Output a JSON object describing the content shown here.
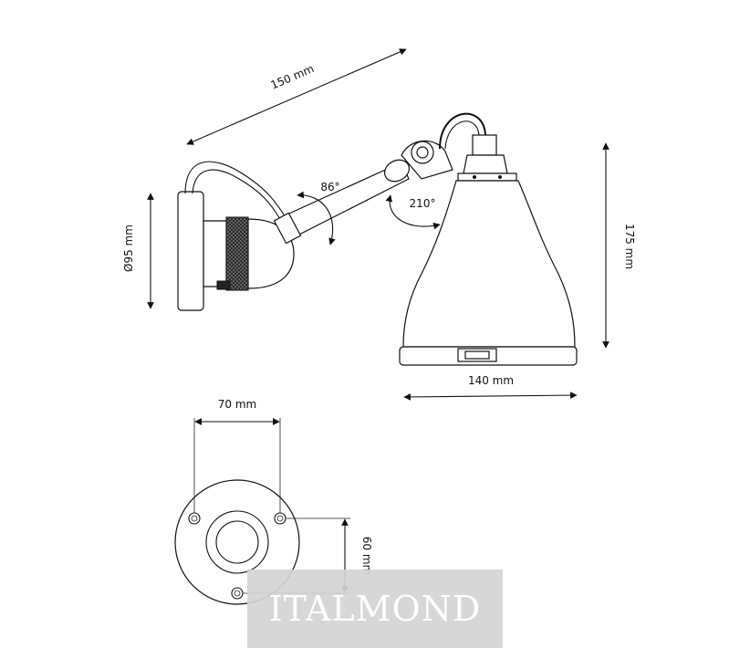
{
  "dimensions": {
    "arm_length": "150 mm",
    "backplate_diameter": "Ø95 mm",
    "arm_angle": "86°",
    "shade_rotation": "210°",
    "shade_height": "175 mm",
    "shade_width": "140 mm",
    "hole_spacing_horizontal": "70 mm",
    "hole_spacing_vertical": "60 mm"
  },
  "watermark": "ITALMOND",
  "colors": {
    "line": "#111111",
    "watermark_bg": "#d4d4d4",
    "watermark_text": "#ffffff"
  }
}
